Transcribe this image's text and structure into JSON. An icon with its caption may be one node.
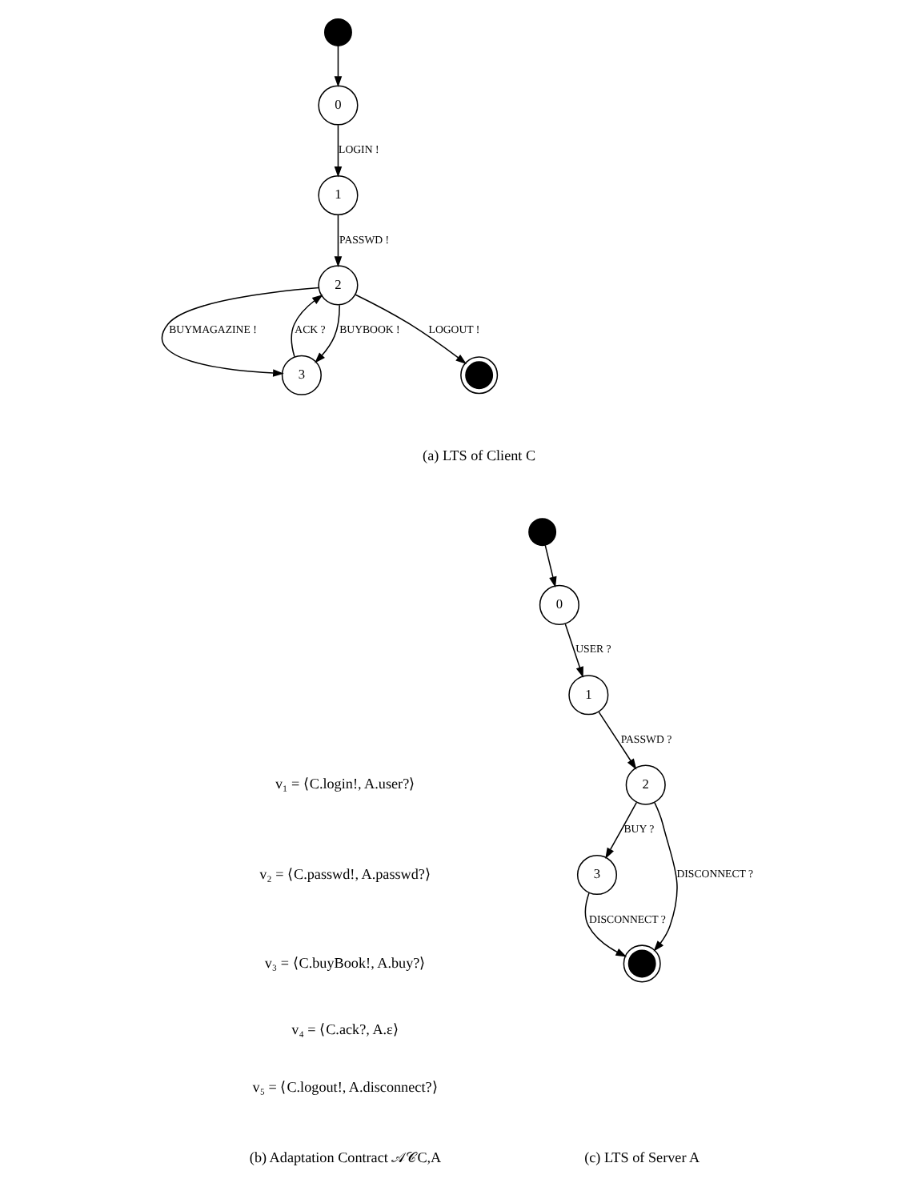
{
  "diagram": {
    "nodes": [
      {
        "text": [],
        "shape": "circle"
      },
      {
        "text": [
          "0"
        ]
      },
      {
        "text": [
          "1"
        ]
      },
      {
        "text": [
          "2"
        ]
      },
      {
        "text": [
          "3"
        ]
      },
      {
        "text": [],
        "shape": "doublecircle"
      },
      {
        "text": [],
        "shape": "circle"
      },
      {
        "text": [
          "0"
        ]
      },
      {
        "text": [
          "1"
        ]
      },
      {
        "text": [
          "2"
        ]
      },
      {
        "text": [
          "3"
        ]
      },
      {
        "text": [],
        "shape": "doublecircle"
      }
    ],
    "edges": [
      {
        "from": 0,
        "to": 1,
        "arrow": "to"
      },
      {
        "from": 1,
        "to": 2,
        "arrow": "to",
        "label": "LOGIN !"
      },
      {
        "from": 2,
        "to": 3,
        "arrow": "to",
        "label": "PASSWD !"
      },
      {
        "from": 3,
        "to": 5,
        "arrow": "to",
        "label": "LOGOUT !"
      },
      {
        "from": 3,
        "to": 4,
        "arrow": "to",
        "label": "BUYBOOK !"
      },
      {
        "from": 3,
        "to": 4,
        "arrow": "to",
        "label": "BUYMAGAZINE !"
      },
      {
        "from": 4,
        "to": 3,
        "arrow": "to",
        "label": "ACK ?"
      },
      {
        "from": 6,
        "to": 7,
        "arrow": "to"
      },
      {
        "from": 7,
        "to": 8,
        "arrow": "to",
        "label": "USER ?"
      },
      {
        "from": 8,
        "to": 9,
        "arrow": "to",
        "label": "PASSWD ?"
      },
      {
        "from": 9,
        "to": 10,
        "arrow": "to",
        "label": "BUY ?"
      },
      {
        "from": 9,
        "to": 11,
        "arrow": "to",
        "label": "DISCONNECT ?"
      },
      {
        "from": 10,
        "to": 11,
        "arrow": "to",
        "label": "DISCONNECT ?"
      }
    ],
    "labels": [
      "(a) LTS of Client C",
      "v₁ = ⟨C.login!, A.user?⟩",
      "v₂ = ⟨C.passwd!, A.passwd?⟩",
      "v₃ = ⟨C.buyBook!, A.buy?⟩",
      "v₄ = ⟨C.ack?, A.ε⟩",
      "v₅ = ⟨C.logout!, A.disconnect?⟩",
      "(b) Adaptation Contract 𝒜𝒞C,A",
      "(c) LTS of Server A"
    ]
  }
}
